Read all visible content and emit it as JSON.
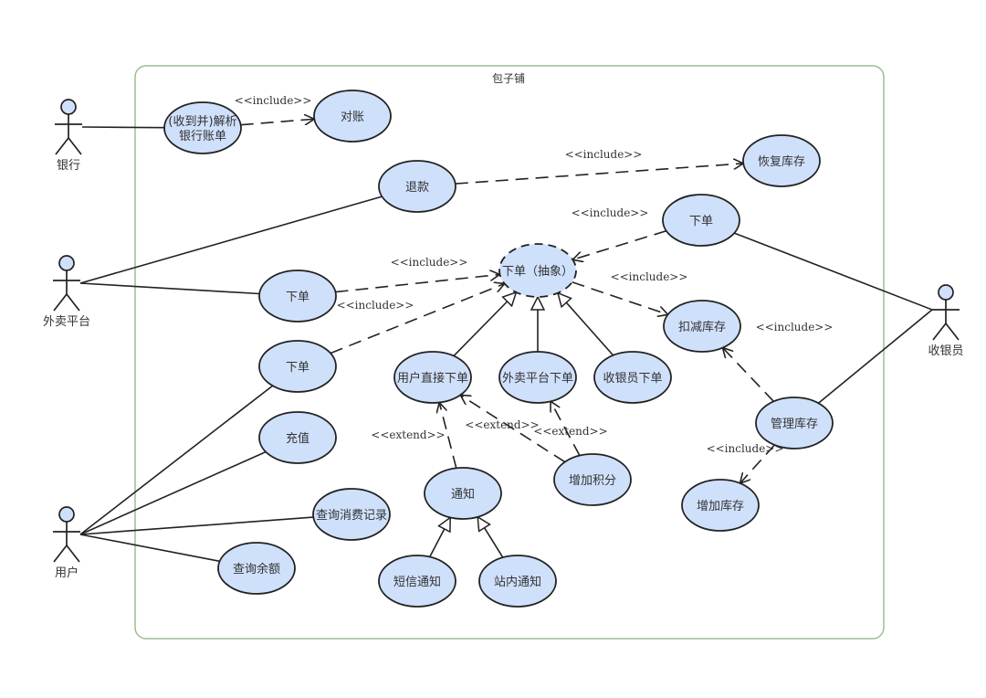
{
  "system": {
    "title": "包子铺"
  },
  "colors": {
    "usecase_fill": "#cfe0fb",
    "stroke": "#222222",
    "boundary": "#9cbf8e",
    "text": "#333333"
  },
  "actors": [
    {
      "id": "bank",
      "label": "银行"
    },
    {
      "id": "takeout",
      "label": "外卖平台"
    },
    {
      "id": "user",
      "label": "用户"
    },
    {
      "id": "cashier",
      "label": "收银员"
    }
  ],
  "usecases": [
    {
      "id": "parse_bill",
      "lines": [
        "(收到并)解析",
        "银行账单"
      ]
    },
    {
      "id": "reconcile",
      "lines": [
        "对账"
      ]
    },
    {
      "id": "refund",
      "lines": [
        "退款"
      ]
    },
    {
      "id": "restore_stock",
      "lines": [
        "恢复库存"
      ]
    },
    {
      "id": "cashier_order",
      "lines": [
        "下单"
      ]
    },
    {
      "id": "abstract_order",
      "lines": [
        "下单（抽象）"
      ],
      "abstract": true
    },
    {
      "id": "takeout_order",
      "lines": [
        "下单"
      ]
    },
    {
      "id": "user_order",
      "lines": [
        "下单"
      ]
    },
    {
      "id": "deduct_stock",
      "lines": [
        "扣减库存"
      ]
    },
    {
      "id": "user_direct",
      "lines": [
        "用户直接下单"
      ]
    },
    {
      "id": "platform_order",
      "lines": [
        "外卖平台下单"
      ]
    },
    {
      "id": "cashier_place",
      "lines": [
        "收银员下单"
      ]
    },
    {
      "id": "manage_stock",
      "lines": [
        "管理库存"
      ]
    },
    {
      "id": "recharge",
      "lines": [
        "充值"
      ]
    },
    {
      "id": "notify",
      "lines": [
        "通知"
      ]
    },
    {
      "id": "add_points",
      "lines": [
        "增加积分"
      ]
    },
    {
      "id": "add_stock",
      "lines": [
        "增加库存"
      ]
    },
    {
      "id": "query_records",
      "lines": [
        "查询消费记录"
      ]
    },
    {
      "id": "query_balance",
      "lines": [
        "查询余额"
      ]
    },
    {
      "id": "sms_notify",
      "lines": [
        "短信通知"
      ]
    },
    {
      "id": "site_notify",
      "lines": [
        "站内通知"
      ]
    }
  ],
  "relations": [
    {
      "type": "association",
      "from": "bank",
      "to": "parse_bill"
    },
    {
      "type": "association",
      "from": "takeout",
      "to": "refund"
    },
    {
      "type": "association",
      "from": "takeout",
      "to": "takeout_order"
    },
    {
      "type": "association",
      "from": "user",
      "to": "user_order"
    },
    {
      "type": "association",
      "from": "user",
      "to": "recharge"
    },
    {
      "type": "association",
      "from": "user",
      "to": "query_records"
    },
    {
      "type": "association",
      "from": "user",
      "to": "query_balance"
    },
    {
      "type": "association",
      "from": "cashier",
      "to": "cashier_order"
    },
    {
      "type": "association",
      "from": "cashier",
      "to": "manage_stock"
    },
    {
      "type": "include",
      "from": "parse_bill",
      "to": "reconcile",
      "label": "<<include>>"
    },
    {
      "type": "include",
      "from": "refund",
      "to": "restore_stock",
      "label": "<<include>>"
    },
    {
      "type": "include",
      "from": "cashier_order",
      "to": "abstract_order",
      "label": "<<include>>"
    },
    {
      "type": "include",
      "from": "takeout_order",
      "to": "abstract_order",
      "label": "<<include>>"
    },
    {
      "type": "include",
      "from": "user_order",
      "to": "abstract_order",
      "label": "<<include>>"
    },
    {
      "type": "include",
      "from": "abstract_order",
      "to": "deduct_stock",
      "label": "<<include>>"
    },
    {
      "type": "include",
      "from": "manage_stock",
      "to": "deduct_stock",
      "label": "<<include>>"
    },
    {
      "type": "include",
      "from": "manage_stock",
      "to": "add_stock",
      "label": "<<include>>"
    },
    {
      "type": "generalization",
      "from": "user_direct",
      "to": "abstract_order"
    },
    {
      "type": "generalization",
      "from": "platform_order",
      "to": "abstract_order"
    },
    {
      "type": "generalization",
      "from": "cashier_place",
      "to": "abstract_order"
    },
    {
      "type": "generalization",
      "from": "sms_notify",
      "to": "notify"
    },
    {
      "type": "generalization",
      "from": "site_notify",
      "to": "notify"
    },
    {
      "type": "extend",
      "from": "notify",
      "to": "user_direct",
      "label": "<<extend>>"
    },
    {
      "type": "extend",
      "from": "add_points",
      "to": "user_direct",
      "label": "<<extend>>"
    },
    {
      "type": "extend",
      "from": "add_points",
      "to": "platform_order",
      "label": "<<extend>>"
    }
  ]
}
